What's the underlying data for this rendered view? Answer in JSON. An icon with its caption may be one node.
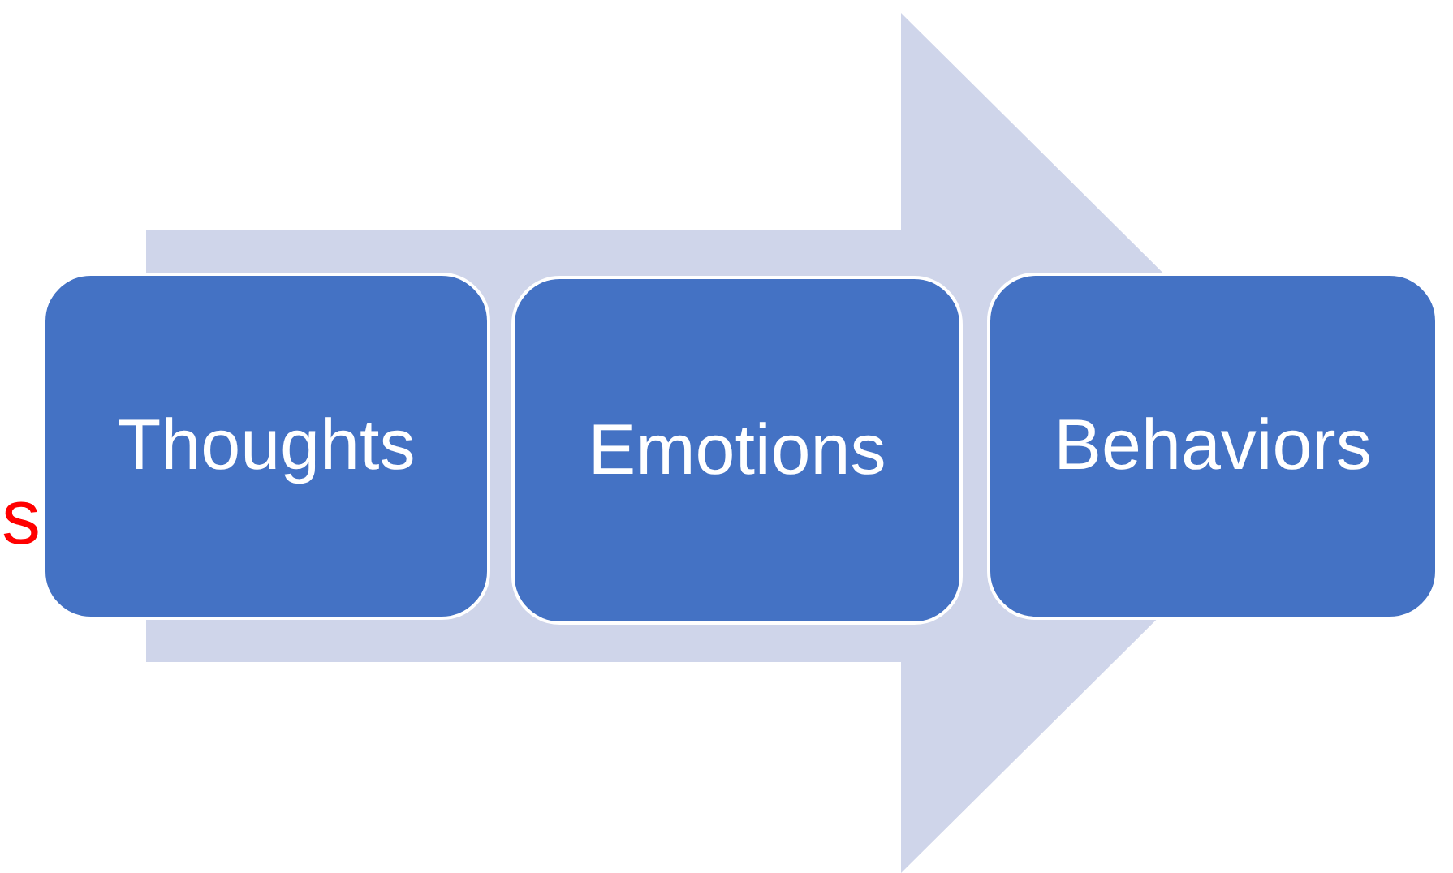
{
  "diagram": {
    "nodes": [
      {
        "text": [
          "Thoughts"
        ]
      },
      {
        "text": [
          "Emotions"
        ]
      },
      {
        "text": [
          "Behaviors"
        ]
      }
    ],
    "edges": [
      {
        "from": 0,
        "to": 2,
        "arrow": "to"
      }
    ],
    "labels": [
      "s"
    ]
  }
}
